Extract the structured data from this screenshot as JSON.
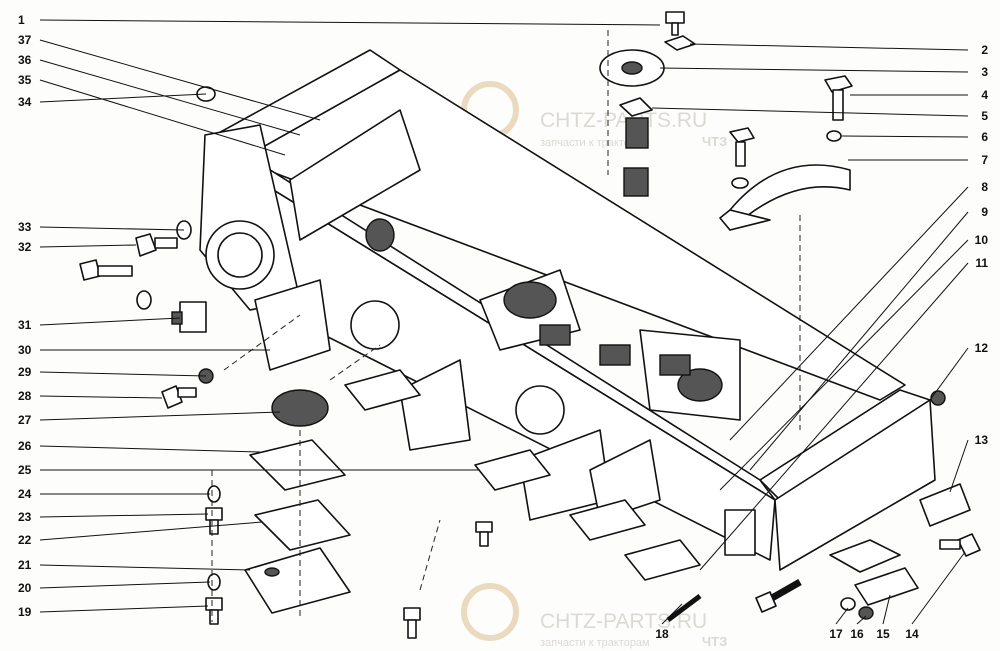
{
  "figure": {
    "watermark": {
      "brand": "CHTZ-PARTS.RU",
      "tagline_prefix": "запчасти к тракторам",
      "tagline_suffix": "ЧТЗ"
    },
    "callouts_left": [
      "1",
      "37",
      "36",
      "35",
      "34",
      "33",
      "32",
      "31",
      "30",
      "29",
      "28",
      "27",
      "26",
      "25",
      "24",
      "23",
      "22",
      "21",
      "20",
      "19"
    ],
    "callouts_right": [
      "2",
      "3",
      "4",
      "5",
      "6",
      "7",
      "8",
      "9",
      "10",
      "11",
      "12",
      "13"
    ],
    "callouts_bottom": [
      "18",
      "17",
      "16",
      "15",
      "14"
    ]
  }
}
